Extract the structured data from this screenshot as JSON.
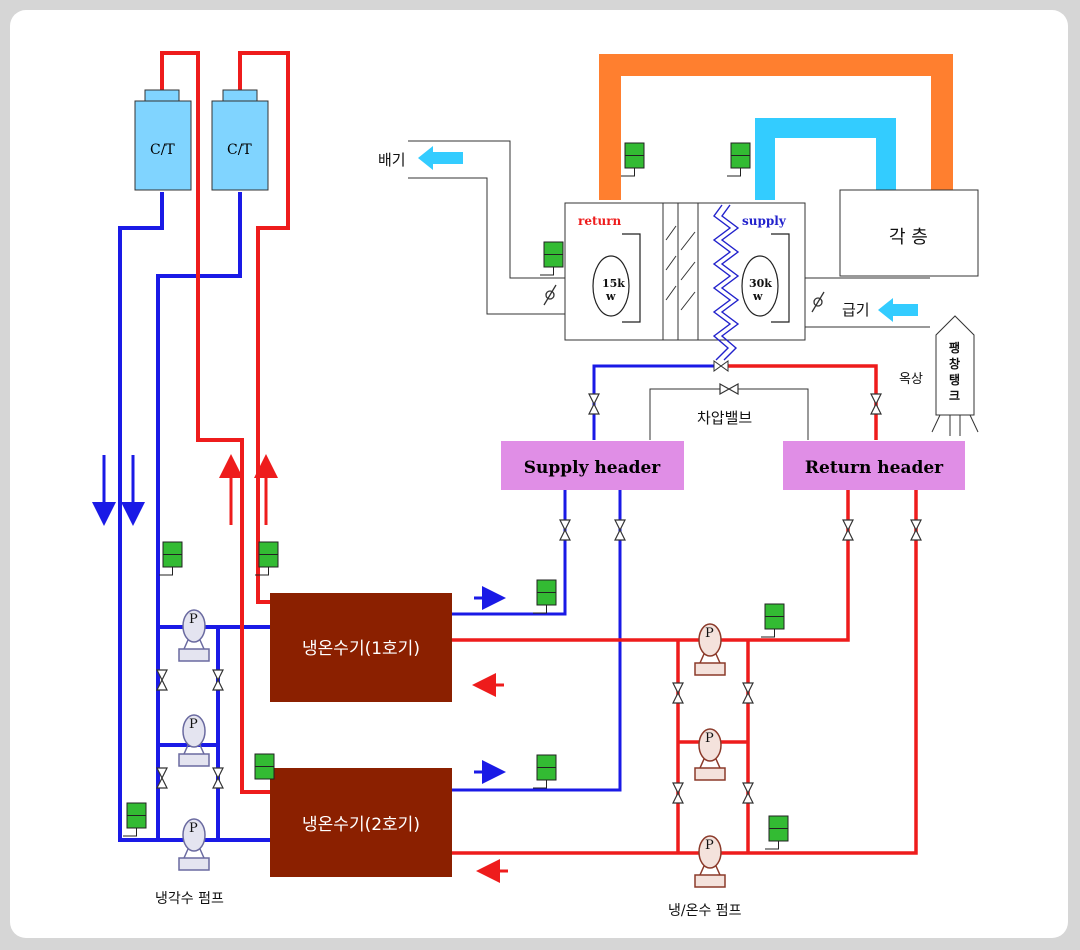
{
  "diagram": {
    "cooling_tower_label": "C/T",
    "exhaust_label": "배기",
    "supply_air_label": "급기",
    "ahu_return_label": "return",
    "ahu_supply_label": "supply",
    "ahu_return_fan_line1": "15k",
    "ahu_return_fan_line2": "w",
    "ahu_supply_fan_line1": "30k",
    "ahu_supply_fan_line2": "w",
    "floors_label": "각 층",
    "roof_label": "옥상",
    "expansion_tank_label": [
      "팽",
      "창",
      "탱",
      "크"
    ],
    "diff_valve_label": "차압밸브",
    "supply_header_label": "Supply header",
    "return_header_label": "Return header",
    "chiller1_label": "냉온수기(1호기)",
    "chiller2_label": "냉온수기(2호기)",
    "pump_label": "P",
    "cooling_pump_label": "냉각수 펌프",
    "chilled_pump_label": "냉/온수 펌프",
    "colors": {
      "hot": "#ee1c1c",
      "cold": "#1a1ae6",
      "duct_return": "#ff7f2f",
      "duct_supply": "#33ccff",
      "header_fill": "#e08ee6",
      "chiller_fill": "#8b2000",
      "tower_fill": "#80d4ff",
      "sensor_fill": "#33bb33"
    }
  }
}
